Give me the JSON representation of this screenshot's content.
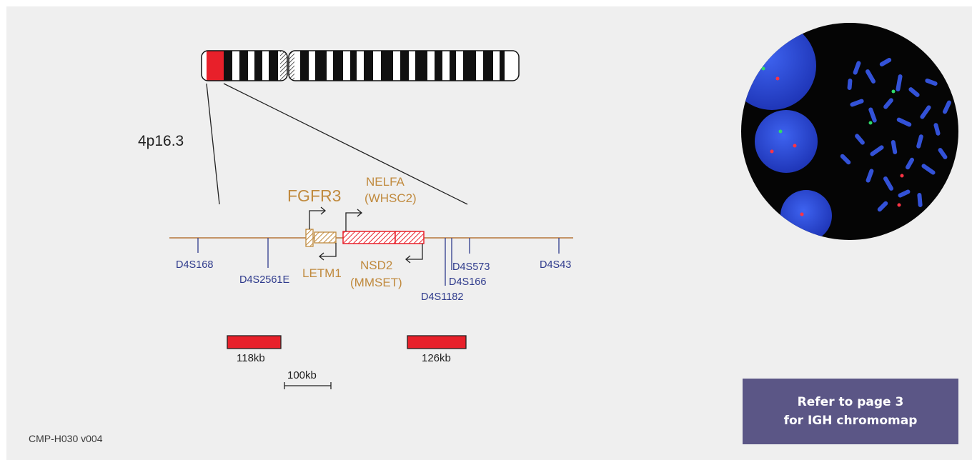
{
  "diagram": {
    "region_label": "4p16.3",
    "genes": {
      "fgfr3": "FGFR3",
      "nelfa_line1": "NELFA",
      "nelfa_line2": "(WHSC2)",
      "letm1": "LETM1",
      "nsd2_line1": "NSD2",
      "nsd2_line2": "(MMSET)"
    },
    "markers": {
      "d4s168": "D4S168",
      "d4s2561e": "D4S2561E",
      "d4s573": "D4S573",
      "d4s43": "D4S43",
      "d4s166": "D4S166",
      "d4s1182": "D4S1182"
    },
    "probes": [
      {
        "label": "118kb",
        "color": "#e8202a"
      },
      {
        "label": "126kb",
        "color": "#e8202a"
      }
    ],
    "scale_label": "100kb"
  },
  "callout": {
    "line1": "Refer to page 3",
    "line2": "for IGH chromomap"
  },
  "footer": {
    "code": "CMP-H030 v004"
  },
  "colors": {
    "background": "#efefef",
    "callout_bg": "#5b5686",
    "gene_text": "#c08a3e",
    "marker_text": "#2e3a8c",
    "probe_red": "#e8202a",
    "fish_blue": "#2f4fd8"
  }
}
